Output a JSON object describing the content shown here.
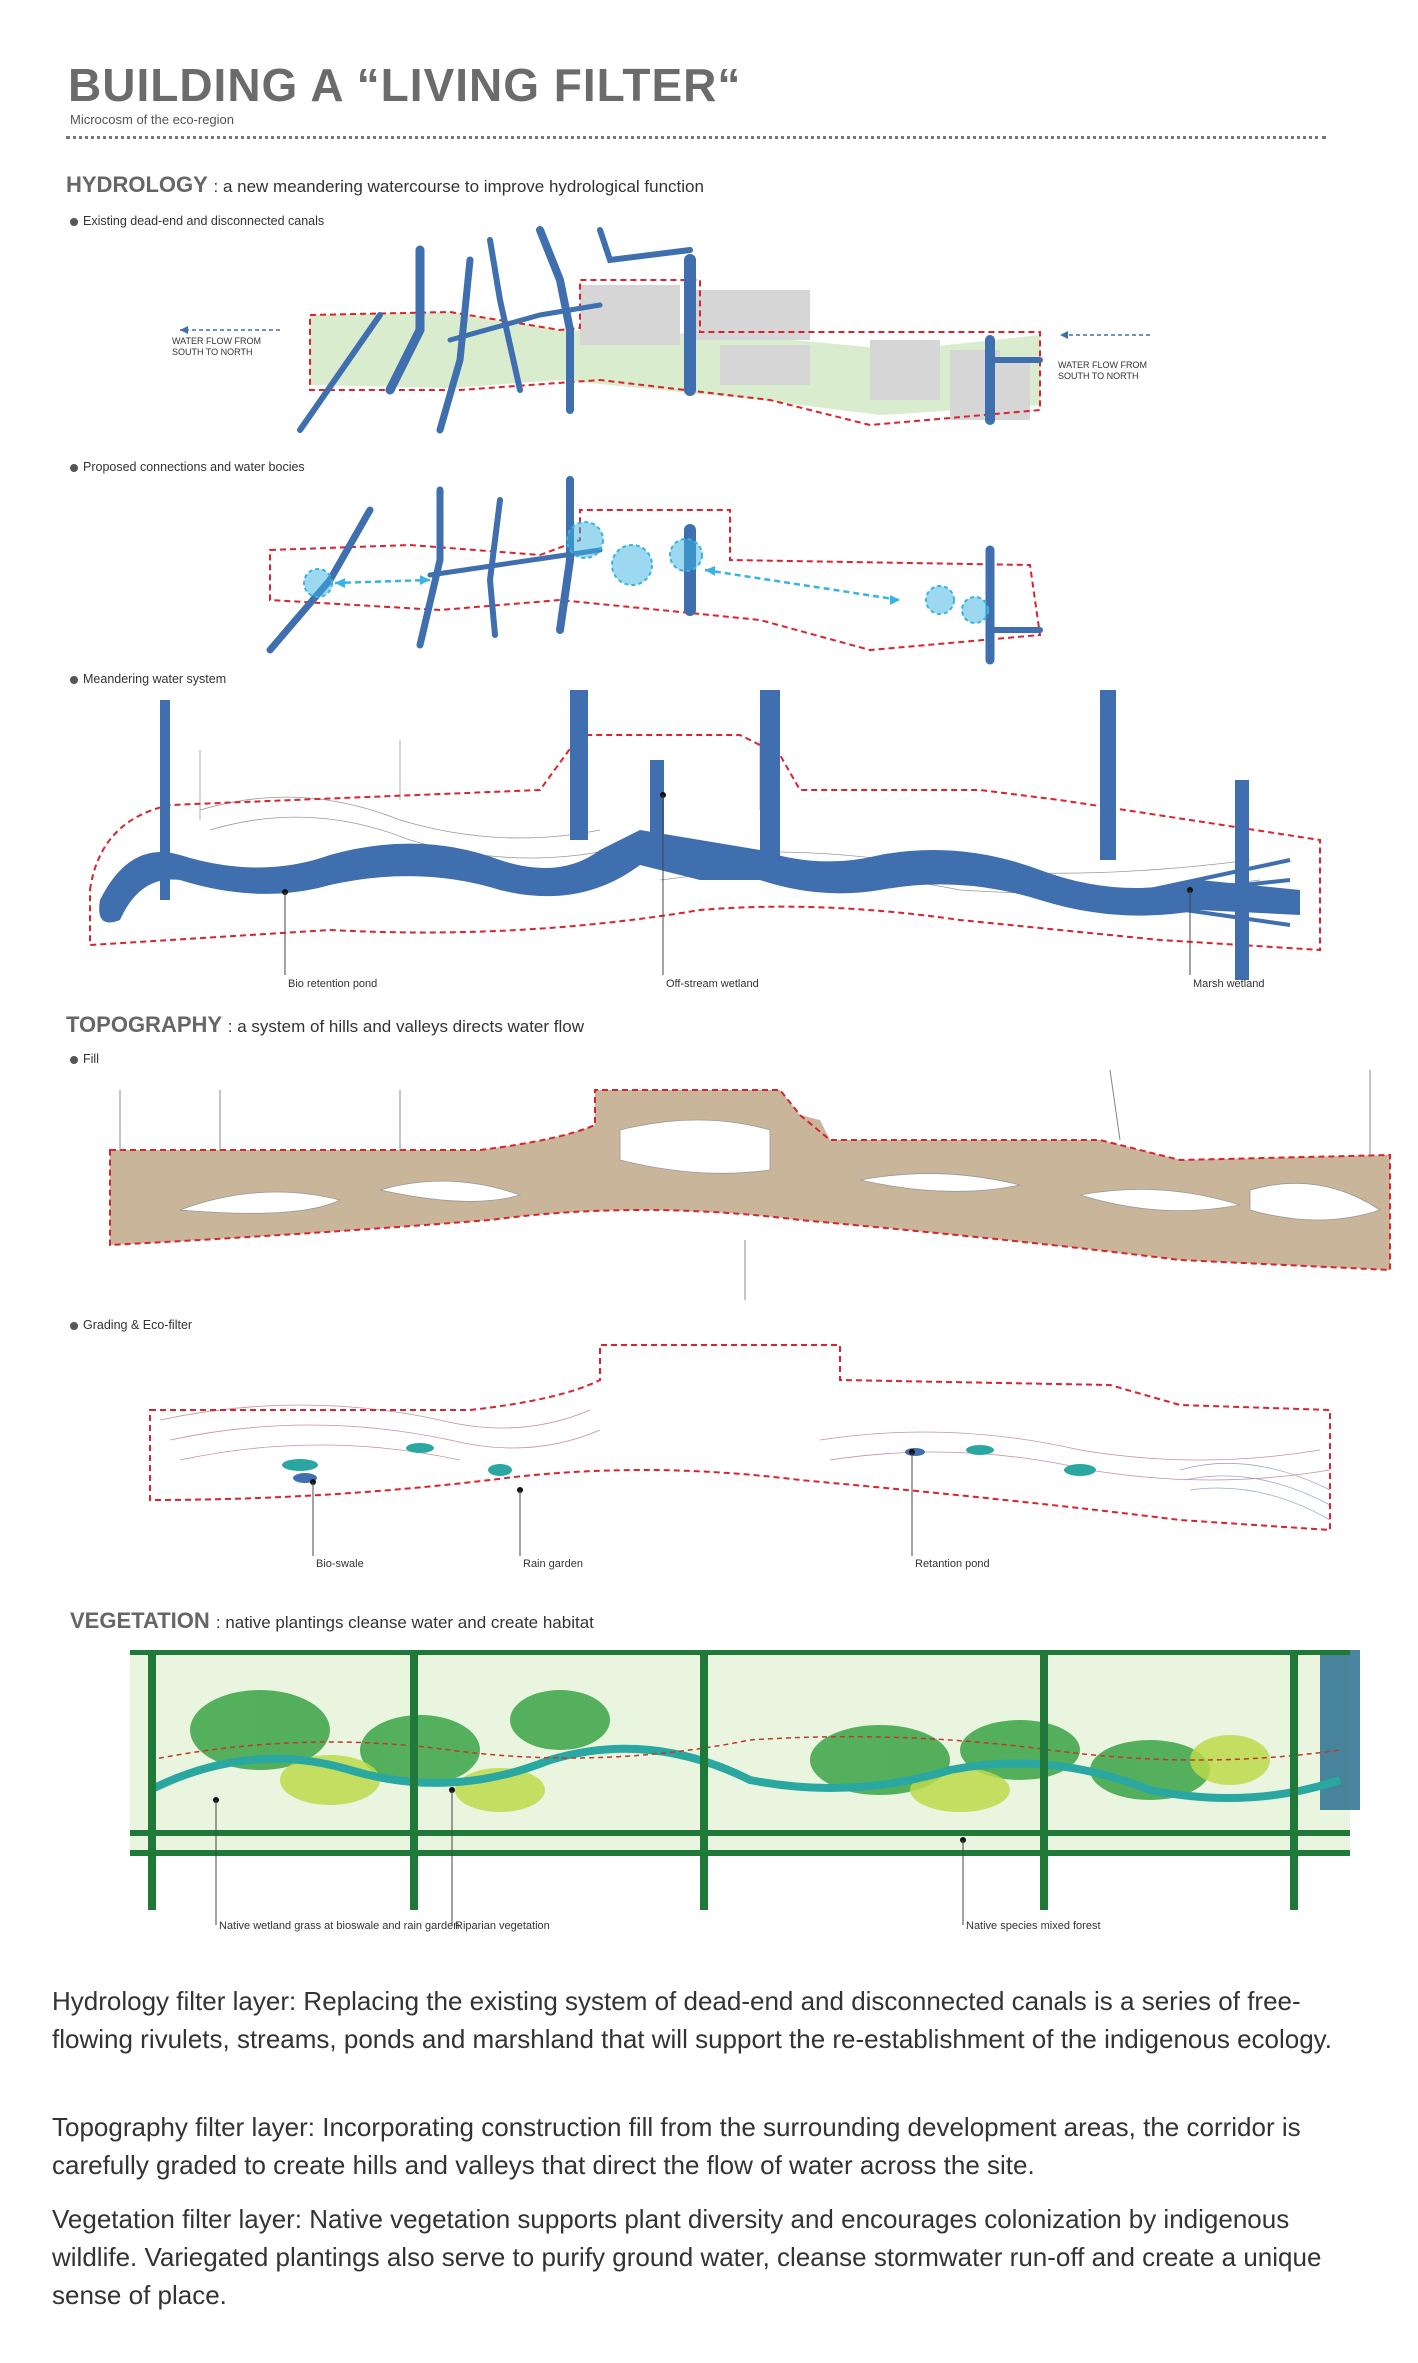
{
  "title": "BUILDING A “LIVING FILTER“",
  "subtitle": "Microcosm of the eco-region",
  "hydrology": {
    "heading": "HYDROLOGY",
    "heading_sub": ": a new meandering watercourse to improve hydrological function",
    "panel1_bullet": "Existing dead-end and disconnected canals",
    "flow_left": "WATER FLOW FROM SOUTH TO NORTH",
    "flow_right": "WATER FLOW FROM SOUTH TO NORTH",
    "panel2_bullet": "Proposed connections and water bocies",
    "panel3_bullet": "Meandering water system",
    "label_bio_retention": "Bio retention pond",
    "label_offstream": "Off-stream wetland",
    "label_marsh": "Marsh wetland"
  },
  "topography": {
    "heading": "TOPOGRAPHY",
    "heading_sub": ": a system of hills and valleys directs water flow",
    "panel1_bullet": "Fill",
    "panel2_bullet": "Grading & Eco-filter",
    "label_bioswale": "Bio-swale",
    "label_rain_garden": "Rain garden",
    "label_retention": "Retantion pond"
  },
  "vegetation": {
    "heading": "VEGETATION",
    "heading_sub": ": native plantings cleanse water and create habitat",
    "label_wetland_grass": "Native wetland grass at bioswale and rain garden",
    "label_riparian": "Riparian vegetation",
    "label_forest": "Native species mixed forest"
  },
  "paragraphs": {
    "p1": "Hydrology filter layer:  Replacing the existing system of dead-end and disconnected canals is a series of free-flowing rivulets, streams, ponds and marshland that will support the re-establishment of the indigenous ecology.",
    "p2": "Topography filter layer: Incorporating construction fill from the surrounding development areas, the corridor is carefully graded to create hills and valleys that direct the flow of water across the site.",
    "p3": "Vegetation filter layer: Native vegetation supports plant diversity and encourages colonization by indigenous wildlife. Variegated plantings also serve to purify ground water, cleanse stormwater run-off  and create a unique sense of place."
  },
  "colors": {
    "water": "#3f6fae",
    "boundary": "#d9232e",
    "fill": "#c9b59a",
    "park_green": "#cfe7c2",
    "proposed": "#39b3e3",
    "veg_green": "#3aa345",
    "veg_teal": "#2aa7a0"
  }
}
